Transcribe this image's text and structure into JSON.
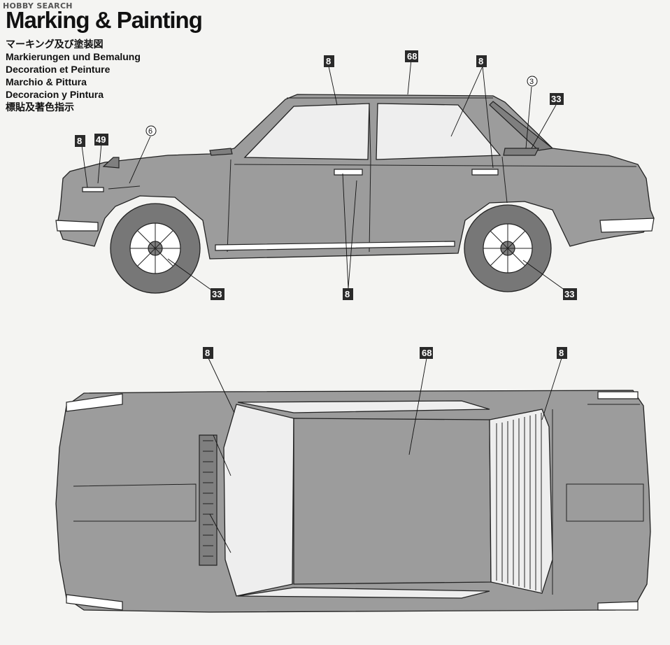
{
  "watermark": "HOBBY SEARCH",
  "title": "Marking & Painting",
  "languages": [
    "マーキング及び塗装図",
    "Markierungen und Bemalung",
    "Decoration et Peinture",
    "Marchio & Pittura",
    "Decoracion y Pintura",
    "標貼及著色指示"
  ],
  "side_view": {
    "callouts": {
      "roof": "68",
      "front_trim": "8",
      "window_trim": "8",
      "emblem": "49",
      "fender_script": "6",
      "c_pillar_badge": "3",
      "rear_vent": "33",
      "sill_trim": "8",
      "front_wheel": "33",
      "rear_wheel": "33"
    }
  },
  "top_view": {
    "callouts": {
      "front_trim": "8",
      "roof": "68",
      "rear_trim": "8"
    }
  },
  "colors": {
    "body": "#9c9c9c",
    "badge": "#2a2a2a"
  }
}
